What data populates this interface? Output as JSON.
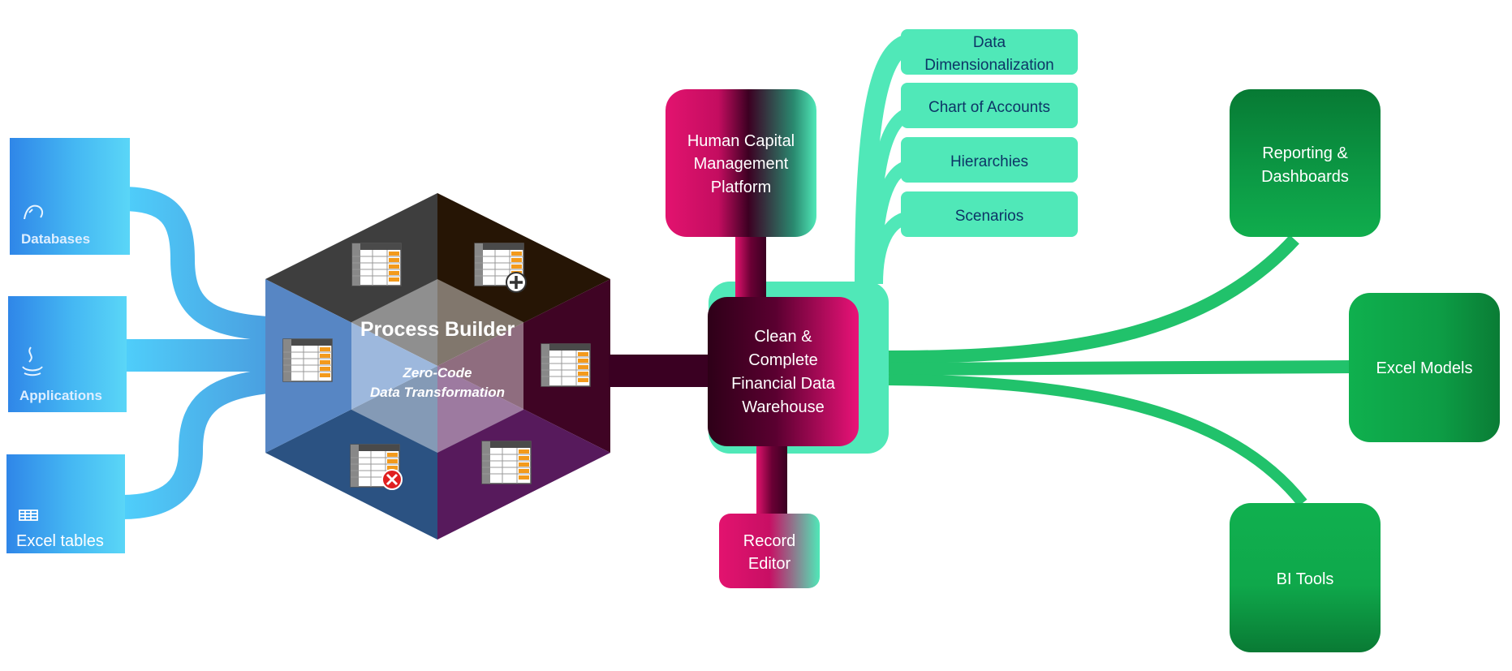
{
  "sources": {
    "databases": "Databases",
    "applications": "Applications",
    "excel_tables": "Excel tables"
  },
  "process_builder": {
    "title": "Process Builder",
    "subtitle_line1": "Zero-Code",
    "subtitle_line2": "Data Transformation"
  },
  "hcm": {
    "line1": "Human Capital",
    "line2": "Management",
    "line3": "Platform"
  },
  "warehouse": {
    "line1": "Clean &",
    "line2": "Complete",
    "line3": "Financial Data",
    "line4": "Warehouse"
  },
  "record_editor": {
    "line1": "Record",
    "line2": "Editor"
  },
  "features": {
    "dim_line1": "Data",
    "dim_line2": "Dimensionalization",
    "chart_of_accounts": "Chart of Accounts",
    "hierarchies": "Hierarchies",
    "scenarios": "Scenarios"
  },
  "outputs": {
    "reporting_line1": "Reporting &",
    "reporting_line2": "Dashboards",
    "excel_models": "Excel Models",
    "bi_tools": "BI Tools"
  },
  "colors": {
    "source_blue": "#4fc3f7",
    "teal": "#50e8b8",
    "magenta": "#e0106e",
    "green": "#0fa648",
    "dark_plum": "#3a0022"
  }
}
